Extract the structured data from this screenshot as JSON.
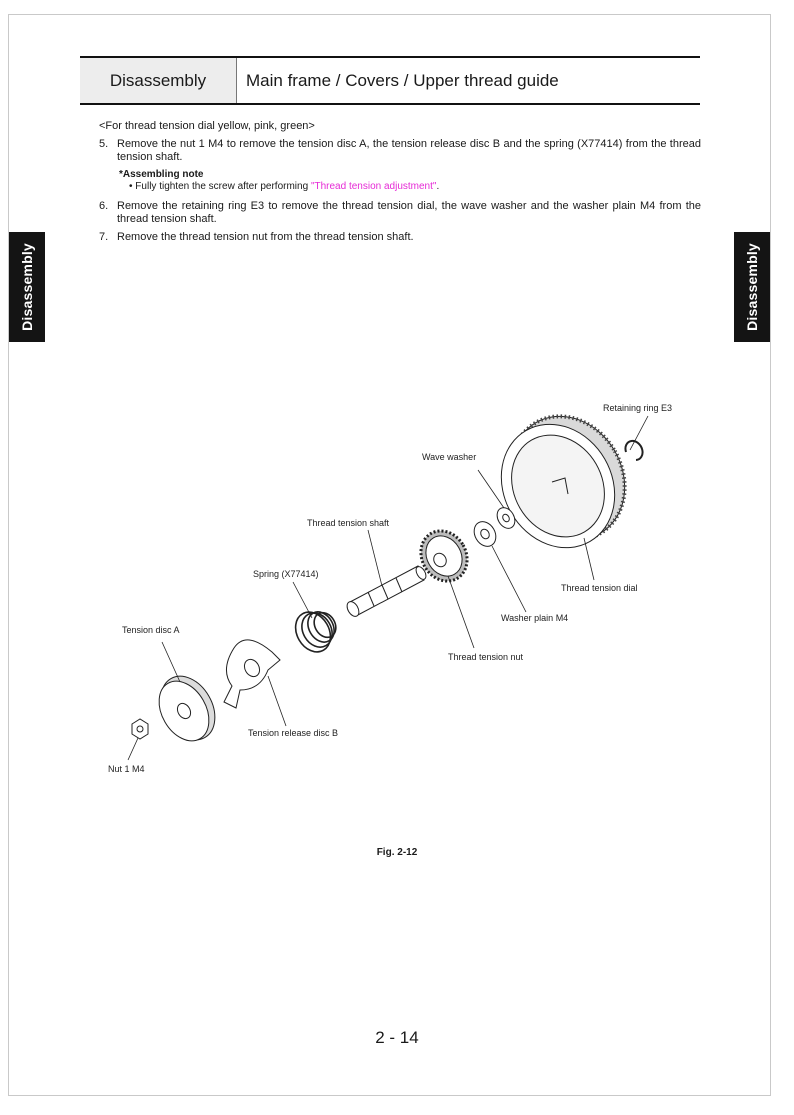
{
  "header": {
    "section": "Disassembly",
    "title": "Main frame / Covers / Upper thread guide"
  },
  "side_tabs": {
    "left": "Disassembly",
    "right": "Disassembly"
  },
  "content": {
    "variant": "<For thread tension dial yellow, pink, green>",
    "steps": [
      {
        "num": "5.",
        "text": "Remove the nut 1 M4 to remove the tension disc A, the tension release disc B and the spring (X77414) from the thread tension shaft."
      },
      {
        "num": "6.",
        "text": "Remove the retaining ring E3 to remove the thread tension dial, the wave washer and the washer plain M4 from the thread tension shaft."
      },
      {
        "num": "7.",
        "text": "Remove the thread tension nut from the thread tension shaft."
      }
    ],
    "note": {
      "title": "*Assembling note",
      "bullet": "•",
      "text_before": "Fully tighten the screw after performing ",
      "link": "\"Thread tension adjustment\"",
      "text_after": "."
    }
  },
  "figure": {
    "labels": {
      "retaining_ring": "Retaining ring E3",
      "wave_washer": "Wave washer",
      "shaft": "Thread tension shaft",
      "spring": "Spring (X77414)",
      "dial": "Thread tension dial",
      "washer_plain": "Washer plain M4",
      "tension_nut": "Thread tension nut",
      "disc_a": "Tension disc A",
      "disc_b": "Tension release disc B",
      "nut": "Nut 1 M4"
    },
    "caption": "Fig. 2-12"
  },
  "page_number": "2 - 14"
}
